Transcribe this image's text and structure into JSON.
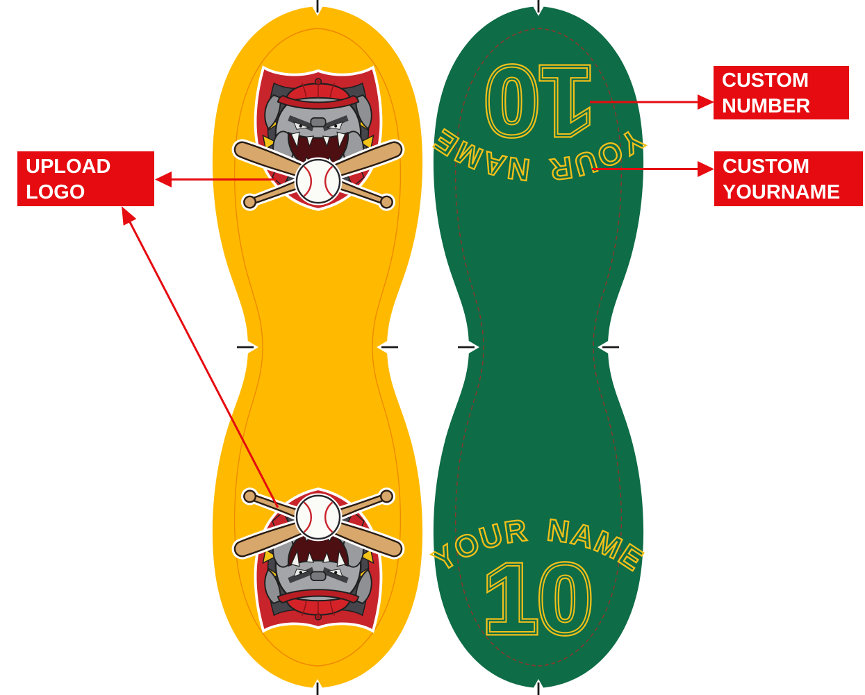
{
  "annotations": {
    "upload_logo": {
      "line1": "UPLOAD",
      "line2": "LOGO"
    },
    "custom_number": {
      "line1": "CUSTOM",
      "line2": "NUMBER"
    },
    "custom_yourname": {
      "line1": "CUSTOM",
      "line2": "YOURNAME"
    }
  },
  "product": {
    "player_name": "YOUR NAME",
    "player_number": "10",
    "logo": "bulldog-baseball-crest-logo"
  },
  "colors": {
    "front_panel": "#FFBA00",
    "back_panel": "#0E6C47",
    "name_number_yellow": "#F2C01A",
    "annotation_red": "#E50B10",
    "front_seam": "#F08A00",
    "back_seam": "#8B3A2B",
    "tick_black": "#1A1A1A"
  }
}
